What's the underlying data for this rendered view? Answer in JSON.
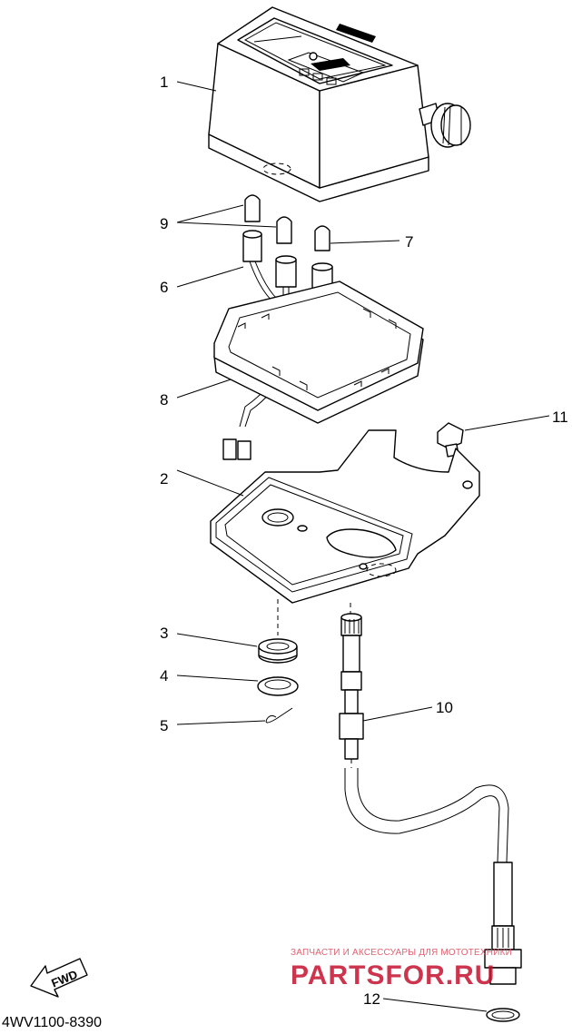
{
  "drawing_code": "4WV1100-8390",
  "fwd_label": "FWD",
  "watermark": {
    "tagline": "ЗАПЧАСТИ И АКСЕССУАРЫ ДЛЯ МОТОТЕХНИКИ",
    "brand": "PARTSFOR.RU"
  },
  "callouts": [
    {
      "id": "1",
      "label": "1"
    },
    {
      "id": "2",
      "label": "2"
    },
    {
      "id": "3",
      "label": "3"
    },
    {
      "id": "4",
      "label": "4"
    },
    {
      "id": "5",
      "label": "5"
    },
    {
      "id": "6",
      "label": "6"
    },
    {
      "id": "7",
      "label": "7"
    },
    {
      "id": "8",
      "label": "8"
    },
    {
      "id": "9",
      "label": "9"
    },
    {
      "id": "10",
      "label": "10"
    },
    {
      "id": "11",
      "label": "11"
    },
    {
      "id": "12",
      "label": "12"
    }
  ]
}
